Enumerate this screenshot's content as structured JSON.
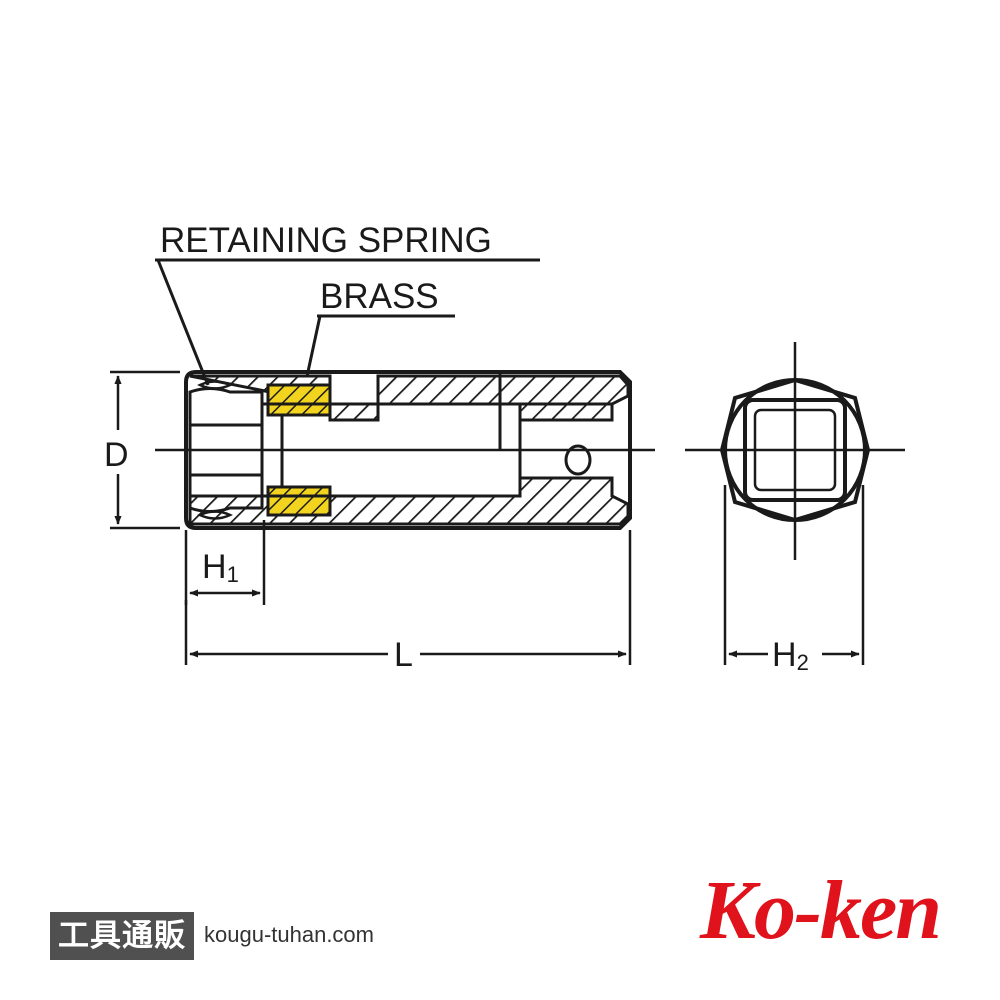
{
  "labels": {
    "retaining_spring": "RETAINING SPRING",
    "brass": "BRASS"
  },
  "dimensions": {
    "d": "D",
    "h": "H",
    "h1_sub": "1",
    "h2_sub": "2",
    "l": "L"
  },
  "colors": {
    "ink": "#1a1a1a",
    "brass_fill": "#f2d41f",
    "logo_red": "#e0121b",
    "badge_bg": "#505050"
  },
  "footer": {
    "shop_badge": "工具通販",
    "shop_url": "kougu-tuhan.com",
    "logo": "Ko-ken"
  }
}
